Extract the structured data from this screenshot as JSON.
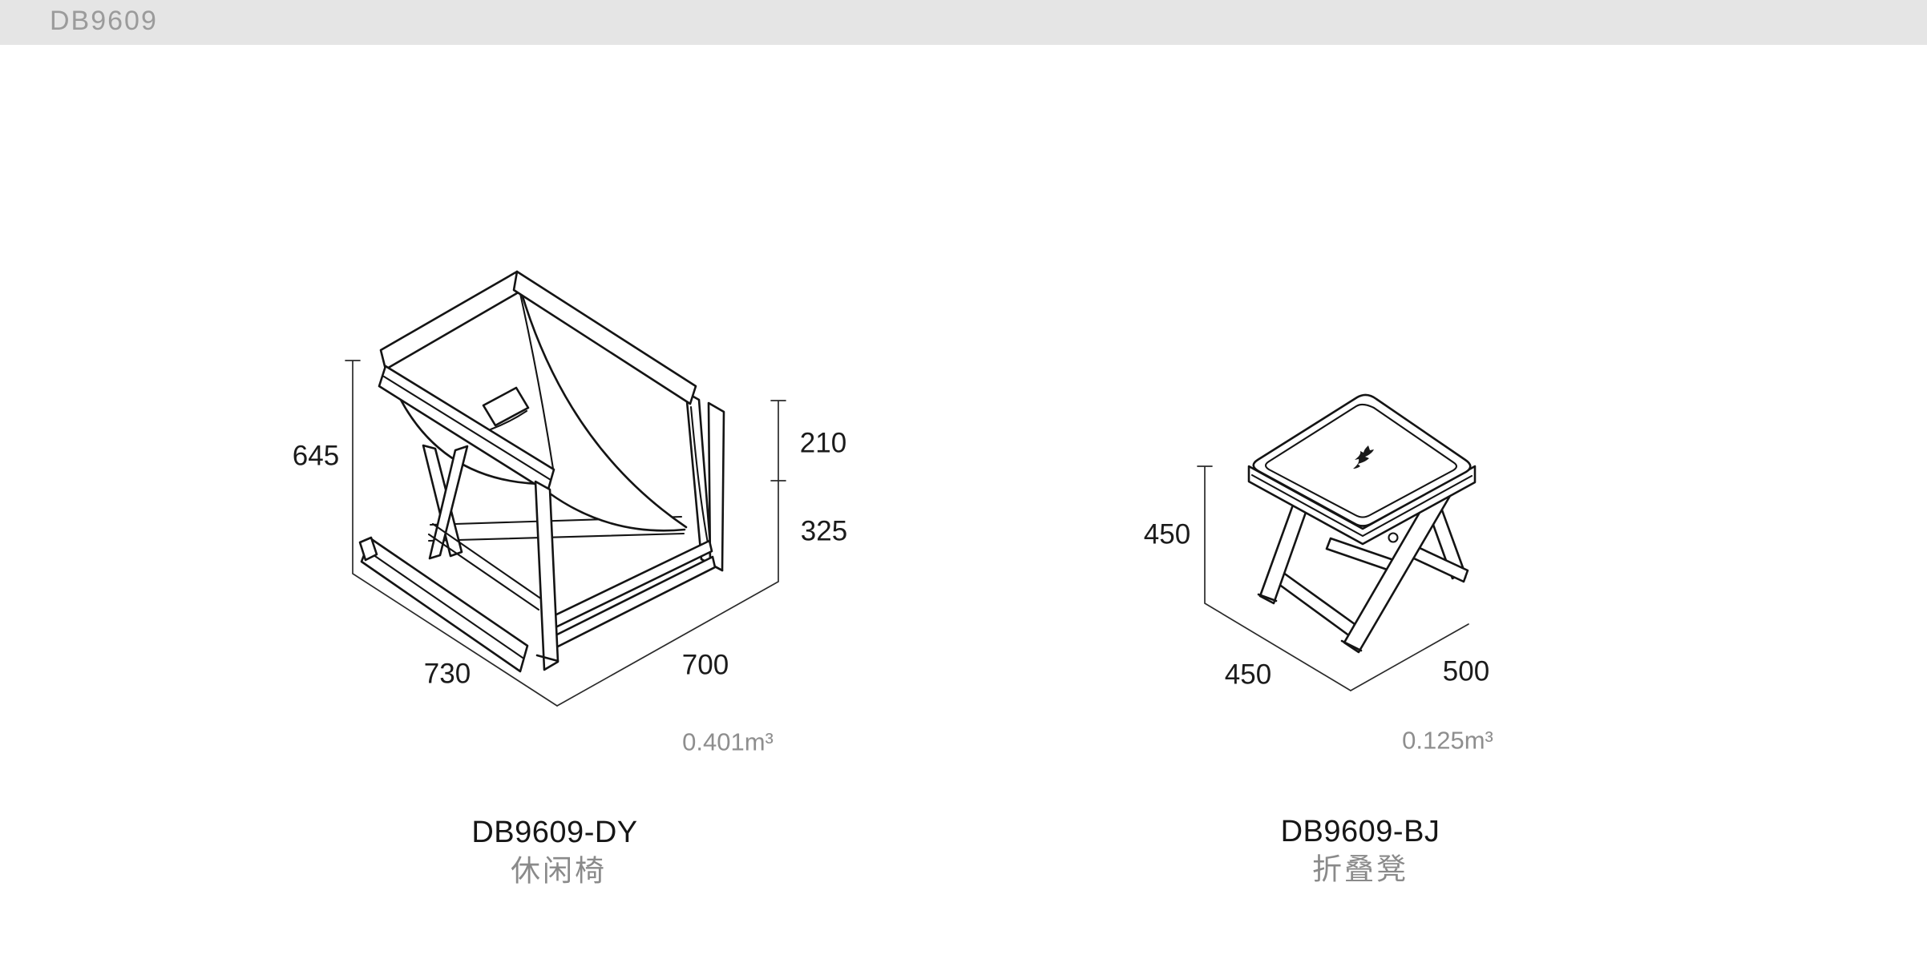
{
  "header": {
    "title": "DB9609"
  },
  "products": {
    "chair": {
      "model": "DB9609-DY",
      "name": "休闲椅",
      "volume": "0.401m³",
      "dim_height": "645",
      "dim_arm_drop": "210",
      "dim_seat_height": "325",
      "dim_depth": "730",
      "dim_width": "700"
    },
    "stool": {
      "model": "DB9609-BJ",
      "name": "折叠凳",
      "volume": "0.125m³",
      "dim_height": "450",
      "dim_depth": "450",
      "dim_width": "500"
    }
  }
}
